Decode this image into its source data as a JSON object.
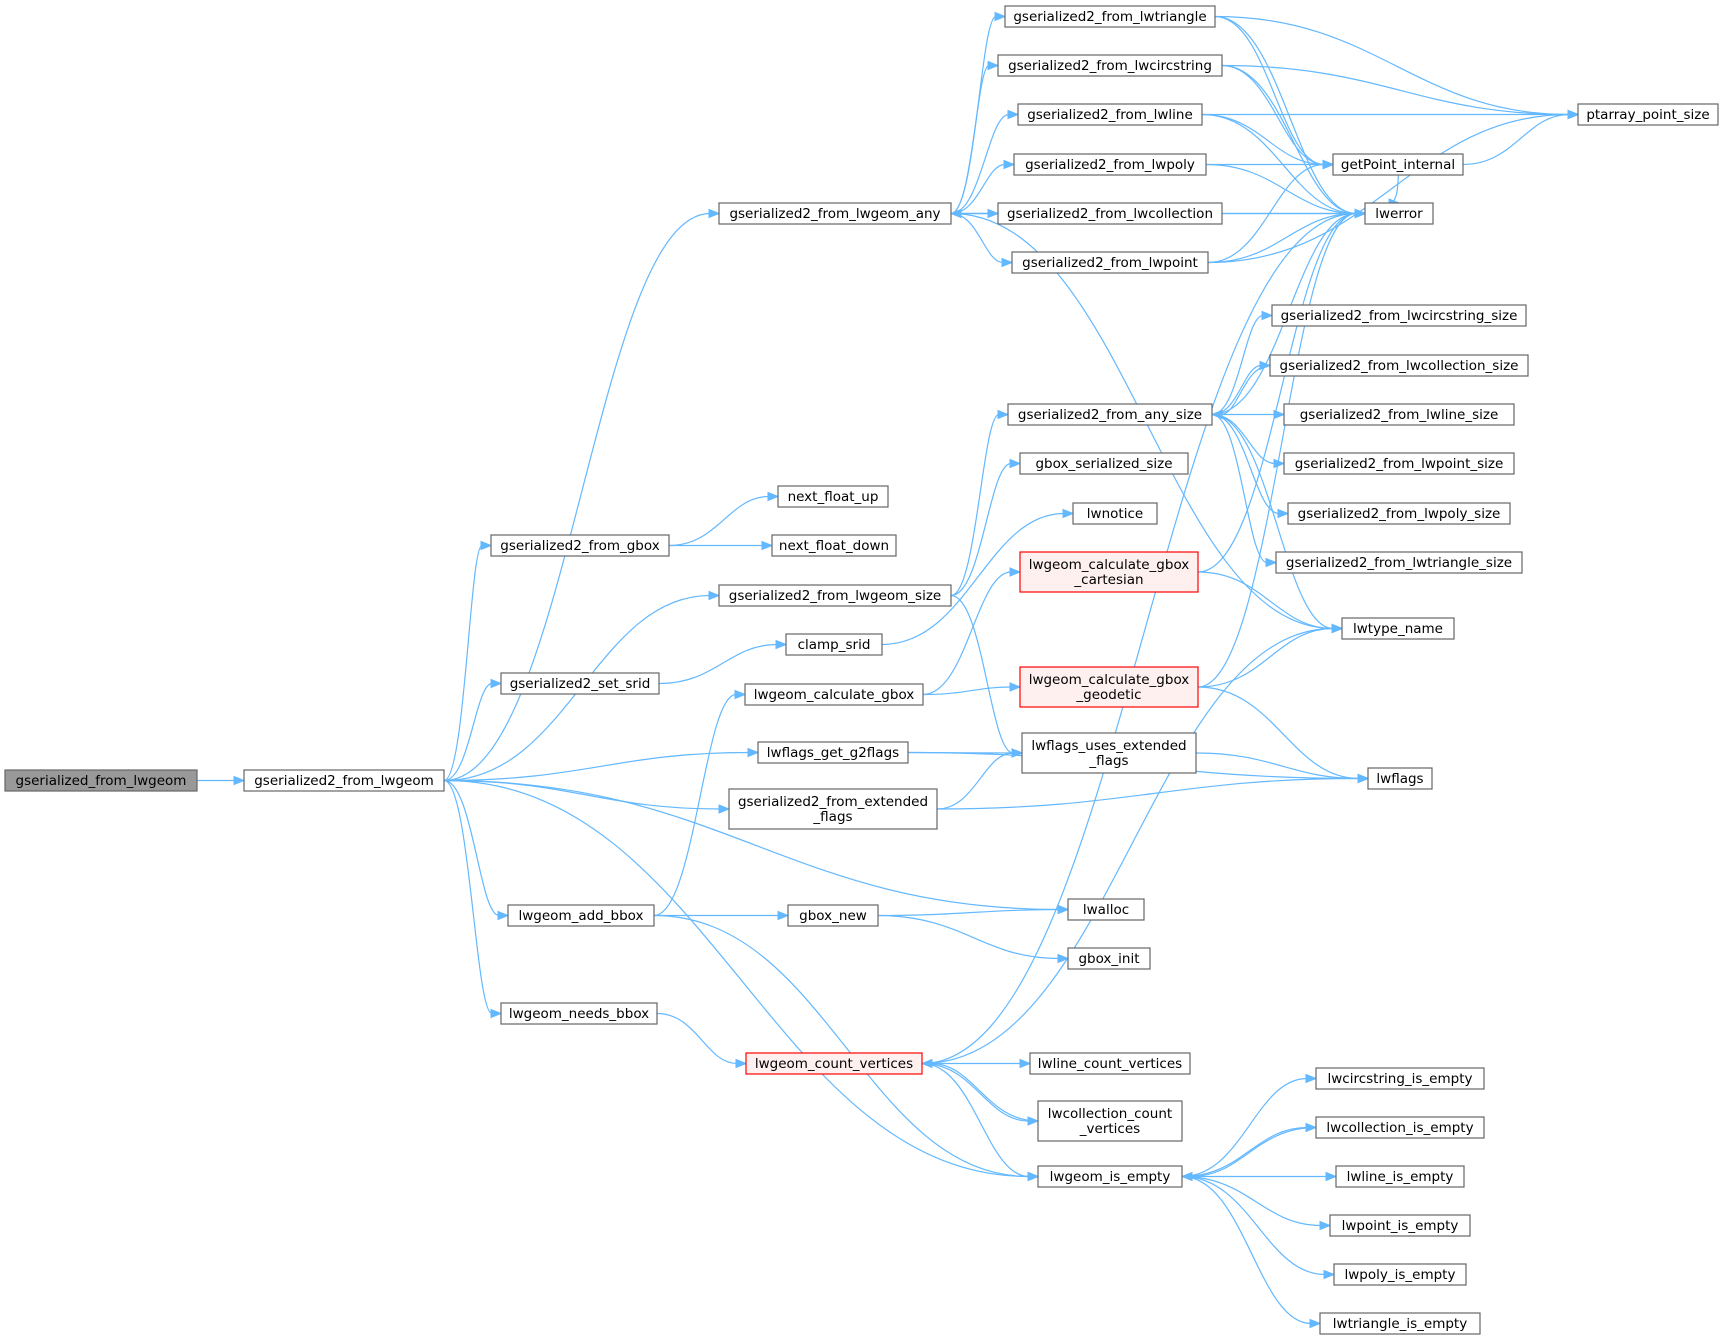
{
  "theme": {
    "edge_color": "#63b8ff",
    "root_fill": "#999999",
    "truncated_border": "#ff0000",
    "truncated_fill": "#fff0f0",
    "node_border": "#666666"
  },
  "nodes": [
    {
      "id": "gfl",
      "lines": [
        "gserialized_from_lwgeom"
      ],
      "style": "root"
    },
    {
      "id": "g2fl",
      "lines": [
        "gserialized2_from_lwgeom"
      ]
    },
    {
      "id": "g2fla",
      "lines": [
        "gserialized2_from_lwgeom_any"
      ]
    },
    {
      "id": "g2fltri",
      "lines": [
        "gserialized2_from_lwtriangle"
      ]
    },
    {
      "id": "g2flcirc",
      "lines": [
        "gserialized2_from_lwcircstring"
      ]
    },
    {
      "id": "g2flline",
      "lines": [
        "gserialized2_from_lwline"
      ]
    },
    {
      "id": "g2flpoly",
      "lines": [
        "gserialized2_from_lwpoly"
      ]
    },
    {
      "id": "g2flcoll",
      "lines": [
        "gserialized2_from_lwcollection"
      ]
    },
    {
      "id": "g2flpt",
      "lines": [
        "gserialized2_from_lwpoint"
      ]
    },
    {
      "id": "ptps",
      "lines": [
        "ptarray_point_size"
      ]
    },
    {
      "id": "gpi",
      "lines": [
        "getPoint_internal"
      ]
    },
    {
      "id": "lwerror",
      "lines": [
        "lwerror"
      ]
    },
    {
      "id": "g2fcirc_sz",
      "lines": [
        "gserialized2_from_lwcircstring_size"
      ]
    },
    {
      "id": "g2fcoll_sz",
      "lines": [
        "gserialized2_from_lwcollection_size"
      ]
    },
    {
      "id": "g2fany_sz",
      "lines": [
        "gserialized2_from_any_size"
      ]
    },
    {
      "id": "g2fline_sz",
      "lines": [
        "gserialized2_from_lwline_size"
      ]
    },
    {
      "id": "g2fpt_sz",
      "lines": [
        "gserialized2_from_lwpoint_size"
      ]
    },
    {
      "id": "g2fpoly_sz",
      "lines": [
        "gserialized2_from_lwpoly_size"
      ]
    },
    {
      "id": "g2ftri_sz",
      "lines": [
        "gserialized2_from_lwtriangle_size"
      ]
    },
    {
      "id": "gbox_ss",
      "lines": [
        "gbox_serialized_size"
      ]
    },
    {
      "id": "nfu",
      "lines": [
        "next_float_up"
      ]
    },
    {
      "id": "nfd",
      "lines": [
        "next_float_down"
      ]
    },
    {
      "id": "g2fgbox",
      "lines": [
        "gserialized2_from_gbox"
      ]
    },
    {
      "id": "lwnotice",
      "lines": [
        "lwnotice"
      ]
    },
    {
      "id": "calc_cart",
      "lines": [
        "lwgeom_calculate_gbox",
        "_cartesian"
      ],
      "style": "truncated"
    },
    {
      "id": "g2fl_sz",
      "lines": [
        "gserialized2_from_lwgeom_size"
      ]
    },
    {
      "id": "lwtype",
      "lines": [
        "lwtype_name"
      ]
    },
    {
      "id": "clamp",
      "lines": [
        "clamp_srid"
      ]
    },
    {
      "id": "setsrid",
      "lines": [
        "gserialized2_set_srid"
      ]
    },
    {
      "id": "calcgbox",
      "lines": [
        "lwgeom_calculate_gbox"
      ]
    },
    {
      "id": "calc_geod",
      "lines": [
        "lwgeom_calculate_gbox",
        "_geodetic"
      ],
      "style": "truncated"
    },
    {
      "id": "g2flags",
      "lines": [
        "lwflags_get_g2flags"
      ]
    },
    {
      "id": "uses_ext",
      "lines": [
        "lwflags_uses_extended",
        "_flags"
      ]
    },
    {
      "id": "lwflags",
      "lines": [
        "lwflags"
      ]
    },
    {
      "id": "g2fext",
      "lines": [
        "gserialized2_from_extended",
        "_flags"
      ]
    },
    {
      "id": "lwalloc",
      "lines": [
        "lwalloc"
      ]
    },
    {
      "id": "addbbox",
      "lines": [
        "lwgeom_add_bbox"
      ]
    },
    {
      "id": "gboxnew",
      "lines": [
        "gbox_new"
      ]
    },
    {
      "id": "gboxinit",
      "lines": [
        "gbox_init"
      ]
    },
    {
      "id": "needsbbox",
      "lines": [
        "lwgeom_needs_bbox"
      ]
    },
    {
      "id": "countv",
      "lines": [
        "lwgeom_count_vertices"
      ],
      "style": "truncated"
    },
    {
      "id": "lwlinecv",
      "lines": [
        "lwline_count_vertices"
      ]
    },
    {
      "id": "lwcollcv",
      "lines": [
        "lwcollection_count",
        "_vertices"
      ]
    },
    {
      "id": "isempty",
      "lines": [
        "lwgeom_is_empty"
      ]
    },
    {
      "id": "circempty",
      "lines": [
        "lwcircstring_is_empty"
      ]
    },
    {
      "id": "collempty",
      "lines": [
        "lwcollection_is_empty"
      ]
    },
    {
      "id": "lineempty",
      "lines": [
        "lwline_is_empty"
      ]
    },
    {
      "id": "ptempty",
      "lines": [
        "lwpoint_is_empty"
      ]
    },
    {
      "id": "polyempty",
      "lines": [
        "lwpoly_is_empty"
      ]
    },
    {
      "id": "triempty",
      "lines": [
        "lwtriangle_is_empty"
      ]
    }
  ],
  "edges": [
    [
      "gfl",
      "g2fl"
    ],
    [
      "g2fl",
      "g2fla"
    ],
    [
      "g2fl",
      "g2fgbox"
    ],
    [
      "g2fl",
      "g2fl_sz"
    ],
    [
      "g2fl",
      "setsrid"
    ],
    [
      "g2fl",
      "g2flags"
    ],
    [
      "g2fl",
      "g2fext"
    ],
    [
      "g2fl",
      "lwalloc"
    ],
    [
      "g2fl",
      "addbbox"
    ],
    [
      "g2fl",
      "needsbbox"
    ],
    [
      "g2fl",
      "isempty"
    ],
    [
      "g2fla",
      "g2fltri"
    ],
    [
      "g2fla",
      "g2flcirc"
    ],
    [
      "g2fla",
      "g2flline"
    ],
    [
      "g2fla",
      "g2flpoly"
    ],
    [
      "g2fla",
      "g2flcoll"
    ],
    [
      "g2fla",
      "g2flpt"
    ],
    [
      "g2fla",
      "lwerror"
    ],
    [
      "g2fla",
      "lwtype"
    ],
    [
      "g2fltri",
      "ptps"
    ],
    [
      "g2fltri",
      "gpi"
    ],
    [
      "g2fltri",
      "lwerror"
    ],
    [
      "g2flcirc",
      "ptps"
    ],
    [
      "g2flcirc",
      "gpi"
    ],
    [
      "g2flcirc",
      "lwerror"
    ],
    [
      "g2flline",
      "ptps"
    ],
    [
      "g2flline",
      "gpi"
    ],
    [
      "g2flline",
      "lwerror"
    ],
    [
      "g2flpoly",
      "gpi"
    ],
    [
      "g2flpoly",
      "lwerror"
    ],
    [
      "g2flcoll",
      "g2fla"
    ],
    [
      "g2flcoll",
      "lwerror"
    ],
    [
      "g2flpt",
      "ptps"
    ],
    [
      "g2flpt",
      "gpi"
    ],
    [
      "g2flpt",
      "lwerror"
    ],
    [
      "gpi",
      "ptps"
    ],
    [
      "gpi",
      "lwerror"
    ],
    [
      "g2fany_sz",
      "g2fcirc_sz"
    ],
    [
      "g2fany_sz",
      "g2fcoll_sz"
    ],
    [
      "g2fany_sz",
      "g2fline_sz"
    ],
    [
      "g2fany_sz",
      "g2fpt_sz"
    ],
    [
      "g2fany_sz",
      "g2fpoly_sz"
    ],
    [
      "g2fany_sz",
      "g2ftri_sz"
    ],
    [
      "g2fany_sz",
      "lwerror"
    ],
    [
      "g2fany_sz",
      "lwtype"
    ],
    [
      "g2fcoll_sz",
      "g2fany_sz"
    ],
    [
      "g2fgbox",
      "nfu"
    ],
    [
      "g2fgbox",
      "nfd"
    ],
    [
      "g2fl_sz",
      "g2fany_sz"
    ],
    [
      "g2fl_sz",
      "gbox_ss"
    ],
    [
      "g2fl_sz",
      "uses_ext"
    ],
    [
      "clamp",
      "lwnotice"
    ],
    [
      "setsrid",
      "clamp"
    ],
    [
      "calcgbox",
      "calc_cart"
    ],
    [
      "calcgbox",
      "calc_geod"
    ],
    [
      "calc_cart",
      "lwerror"
    ],
    [
      "calc_cart",
      "lwtype"
    ],
    [
      "calc_geod",
      "lwerror"
    ],
    [
      "calc_geod",
      "lwtype"
    ],
    [
      "calc_geod",
      "lwflags"
    ],
    [
      "g2flags",
      "uses_ext"
    ],
    [
      "g2flags",
      "lwflags"
    ],
    [
      "g2fext",
      "uses_ext"
    ],
    [
      "g2fext",
      "lwflags"
    ],
    [
      "uses_ext",
      "lwflags"
    ],
    [
      "addbbox",
      "calcgbox"
    ],
    [
      "addbbox",
      "gboxnew"
    ],
    [
      "addbbox",
      "isempty"
    ],
    [
      "gboxnew",
      "lwalloc"
    ],
    [
      "gboxnew",
      "gboxinit"
    ],
    [
      "needsbbox",
      "countv"
    ],
    [
      "countv",
      "lwerror"
    ],
    [
      "countv",
      "lwtype"
    ],
    [
      "countv",
      "lwlinecv"
    ],
    [
      "countv",
      "lwcollcv"
    ],
    [
      "countv",
      "isempty"
    ],
    [
      "lwcollcv",
      "countv"
    ],
    [
      "isempty",
      "circempty"
    ],
    [
      "isempty",
      "collempty"
    ],
    [
      "isempty",
      "lineempty"
    ],
    [
      "isempty",
      "ptempty"
    ],
    [
      "isempty",
      "polyempty"
    ],
    [
      "isempty",
      "triempty"
    ],
    [
      "collempty",
      "isempty"
    ]
  ]
}
